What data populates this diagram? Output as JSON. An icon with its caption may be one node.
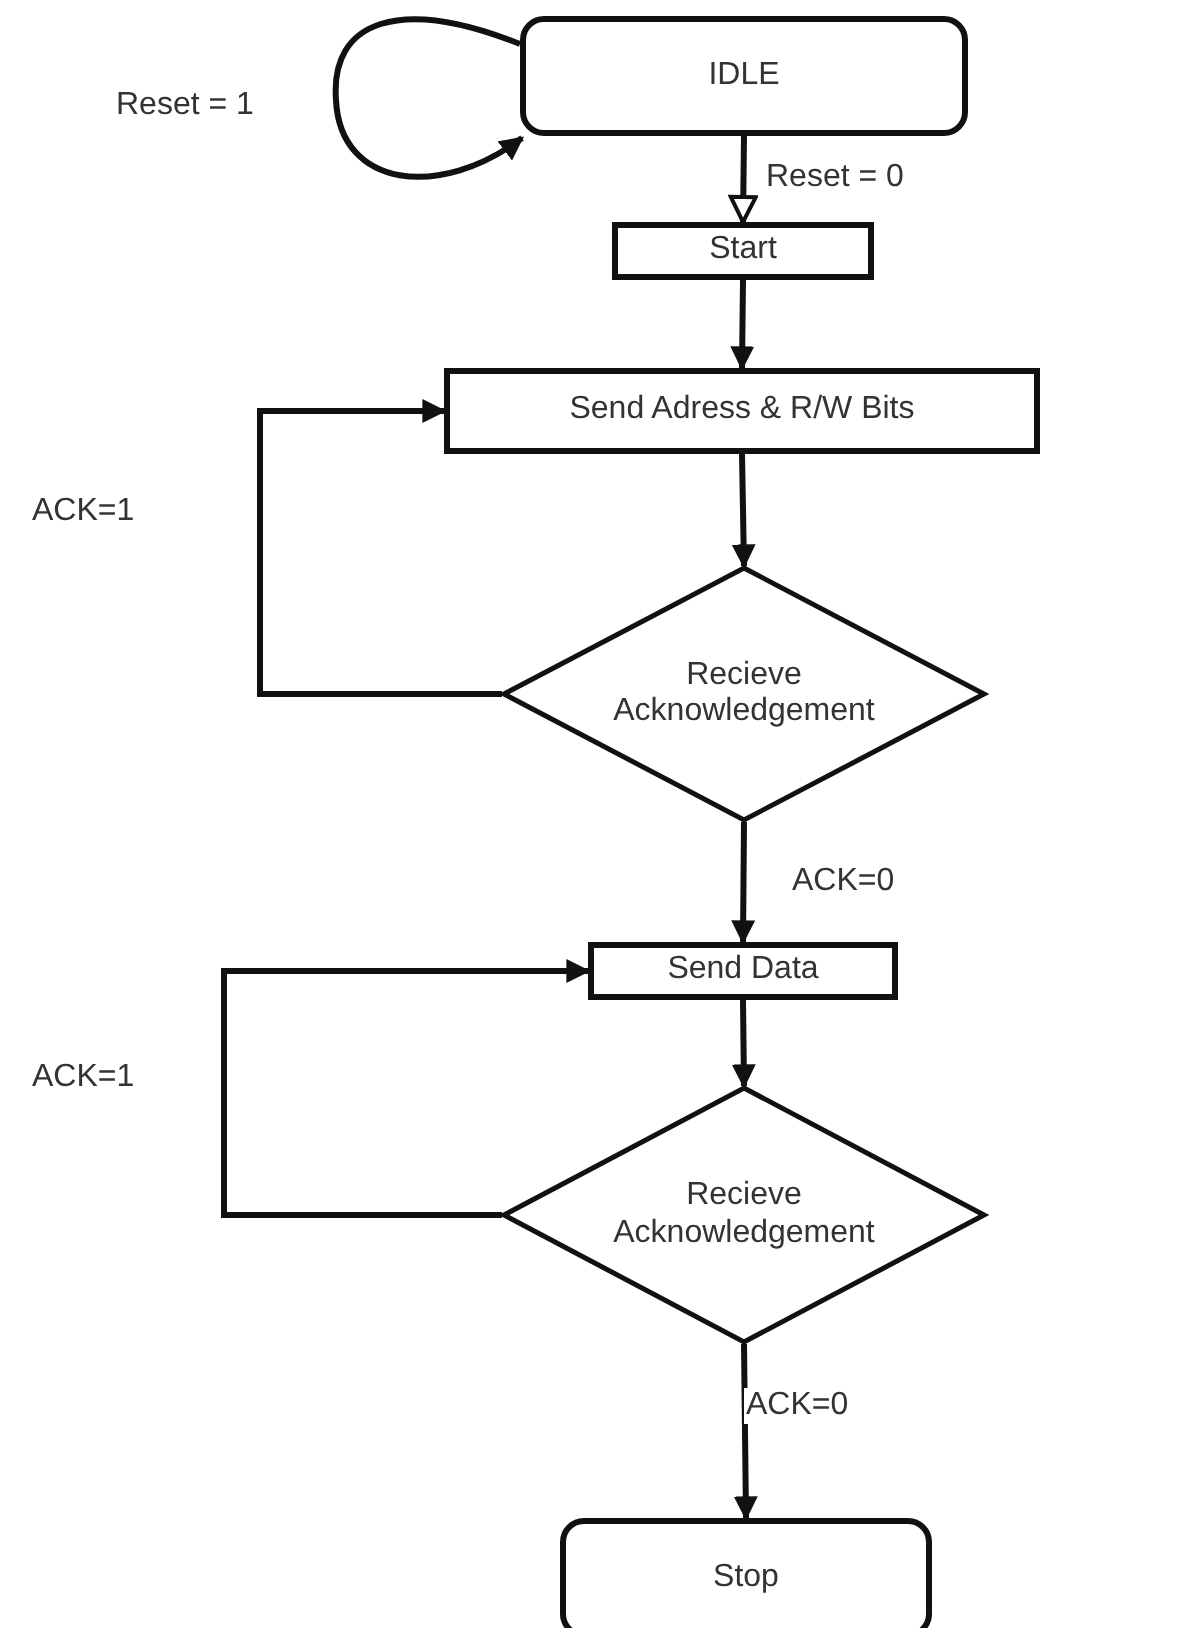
{
  "diagram": {
    "nodes": [
      {
        "text": [
          "IDLE"
        ]
      },
      {
        "text": [
          "Start"
        ]
      },
      {
        "text": [
          "Send Adress & R/W Bits"
        ]
      },
      {
        "text": [
          "Recieve Acknowledgement"
        ]
      },
      {
        "text": [
          "Send Data"
        ]
      },
      {
        "text": [
          "Recieve Acknowledgement"
        ]
      },
      {
        "text": [
          "Stop"
        ]
      }
    ],
    "edges": [
      {
        "from": 0,
        "to": 0,
        "arrow": "to",
        "label": "Reset = 1"
      },
      {
        "from": 0,
        "to": 1,
        "arrow": "to",
        "label": "Reset = 0"
      },
      {
        "from": 1,
        "to": 2,
        "arrow": "to"
      },
      {
        "from": 2,
        "to": 3,
        "arrow": "to"
      },
      {
        "from": 3,
        "to": 2,
        "arrow": "to",
        "label": "ACK=1"
      },
      {
        "from": 3,
        "to": 4,
        "arrow": "to",
        "label": "ACK=0"
      },
      {
        "from": 4,
        "to": 5,
        "arrow": "to"
      },
      {
        "from": 5,
        "to": 4,
        "arrow": "to",
        "label": "ACK=1"
      },
      {
        "from": 5,
        "to": 6,
        "arrow": "to",
        "label": "ACK=0"
      }
    ]
  }
}
